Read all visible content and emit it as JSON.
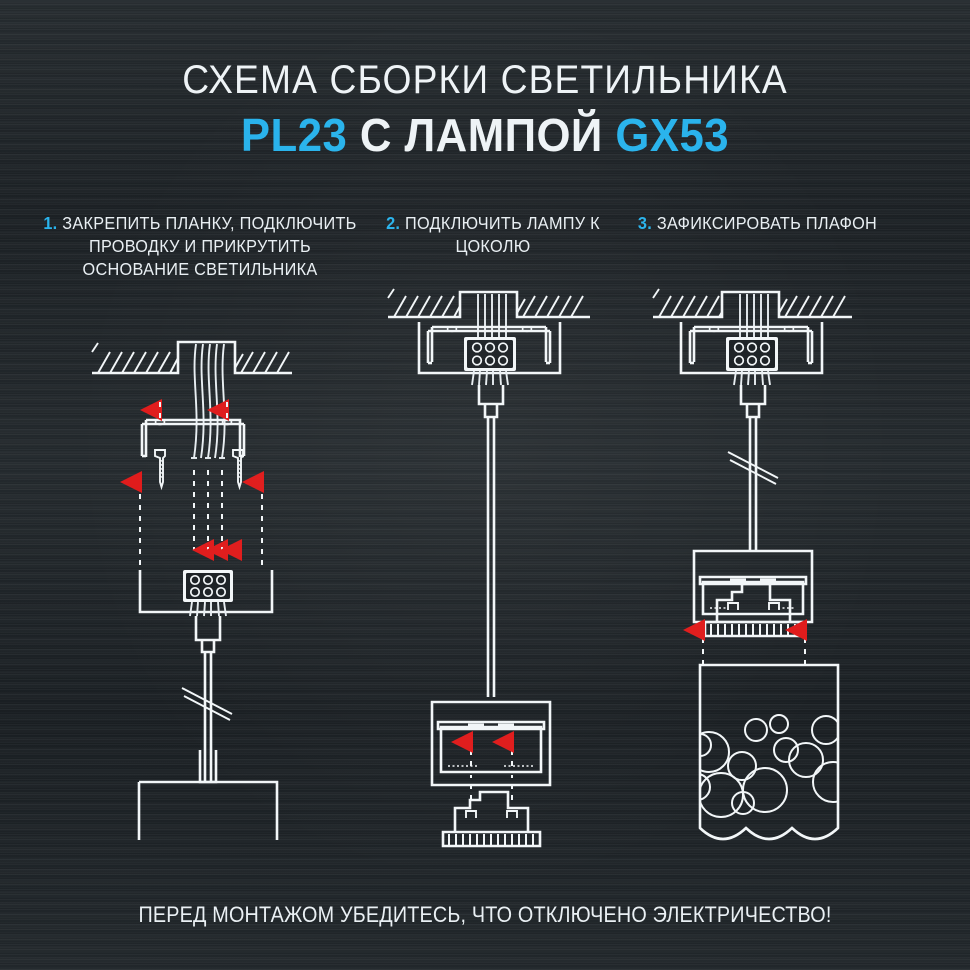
{
  "meta": {
    "background_color": "#22282c",
    "accent_color": "#29b3ec",
    "line_color": "#f2f6f8",
    "arrow_color": "#e01b1b"
  },
  "header": {
    "title_line1": "СХЕМА СБОРКИ СВЕТИЛЬНИКА",
    "title_line2_part1": "PL23",
    "title_line2_part2": " С ЛАМПОЙ ",
    "title_line2_part3": "GX53"
  },
  "steps": [
    {
      "number": "1.",
      "label": " ЗАКРЕПИТЬ ПЛАНКУ,\nПОДКЛЮЧИТЬ ПРОВОДКУ\nИ ПРИКРУТИТЬ\nОСНОВАНИЕ СВЕТИЛЬНИКА",
      "diagram": "mount-bracket-connect-wiring"
    },
    {
      "number": "2.",
      "label": " ПОДКЛЮЧИТЬ\nЛАМПУ К ЦОКОЛЮ",
      "diagram": "insert-gx53-lamp-into-socket"
    },
    {
      "number": "3.",
      "label": " ЗАФИКСИРОВАТЬ\nПЛАФОН",
      "diagram": "attach-shade"
    }
  ],
  "footer": {
    "warning": "ПЕРЕД МОНТАЖОМ УБЕДИТЕСЬ, ЧТО ОТКЛЮЧЕНО ЭЛЕКТРИЧЕСТВО!"
  }
}
